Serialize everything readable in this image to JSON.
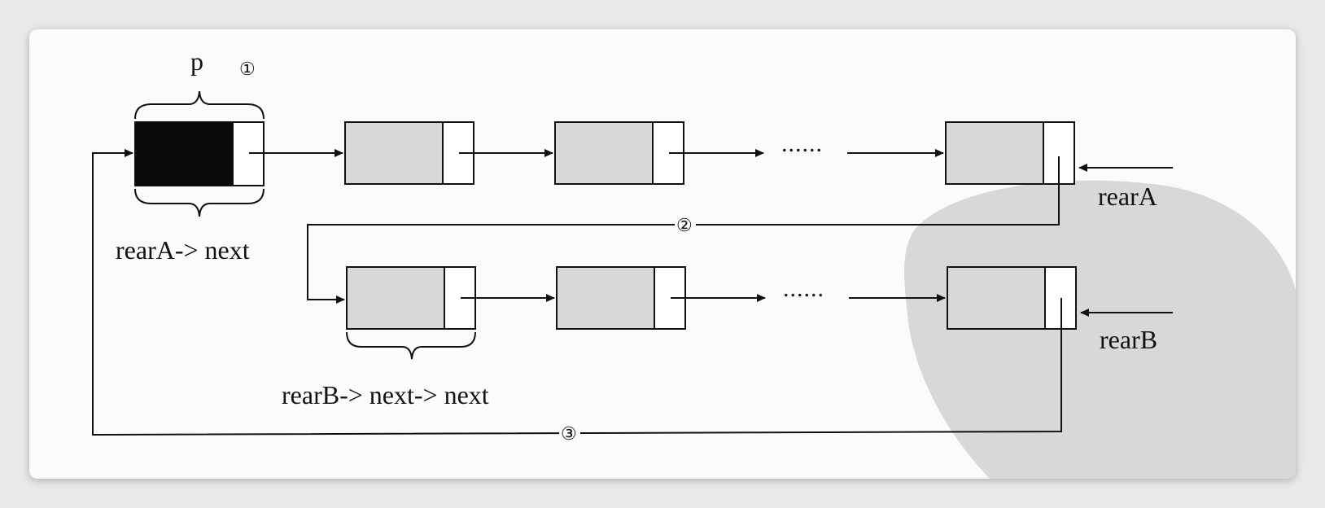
{
  "labels": {
    "p": "p",
    "step1": "①",
    "step2": "②",
    "step3": "③",
    "rearA_next": "rearA-> next",
    "rearB_next_next": "rearB-> next-> next",
    "rearA": "rearA",
    "rearB": "rearB",
    "ellipsis": "......"
  },
  "colors": {
    "node_data_gray": "#d8d8d8",
    "head_node_black": "#0a0a0a",
    "line": "#111111",
    "watermark": "#cfcfcf"
  }
}
